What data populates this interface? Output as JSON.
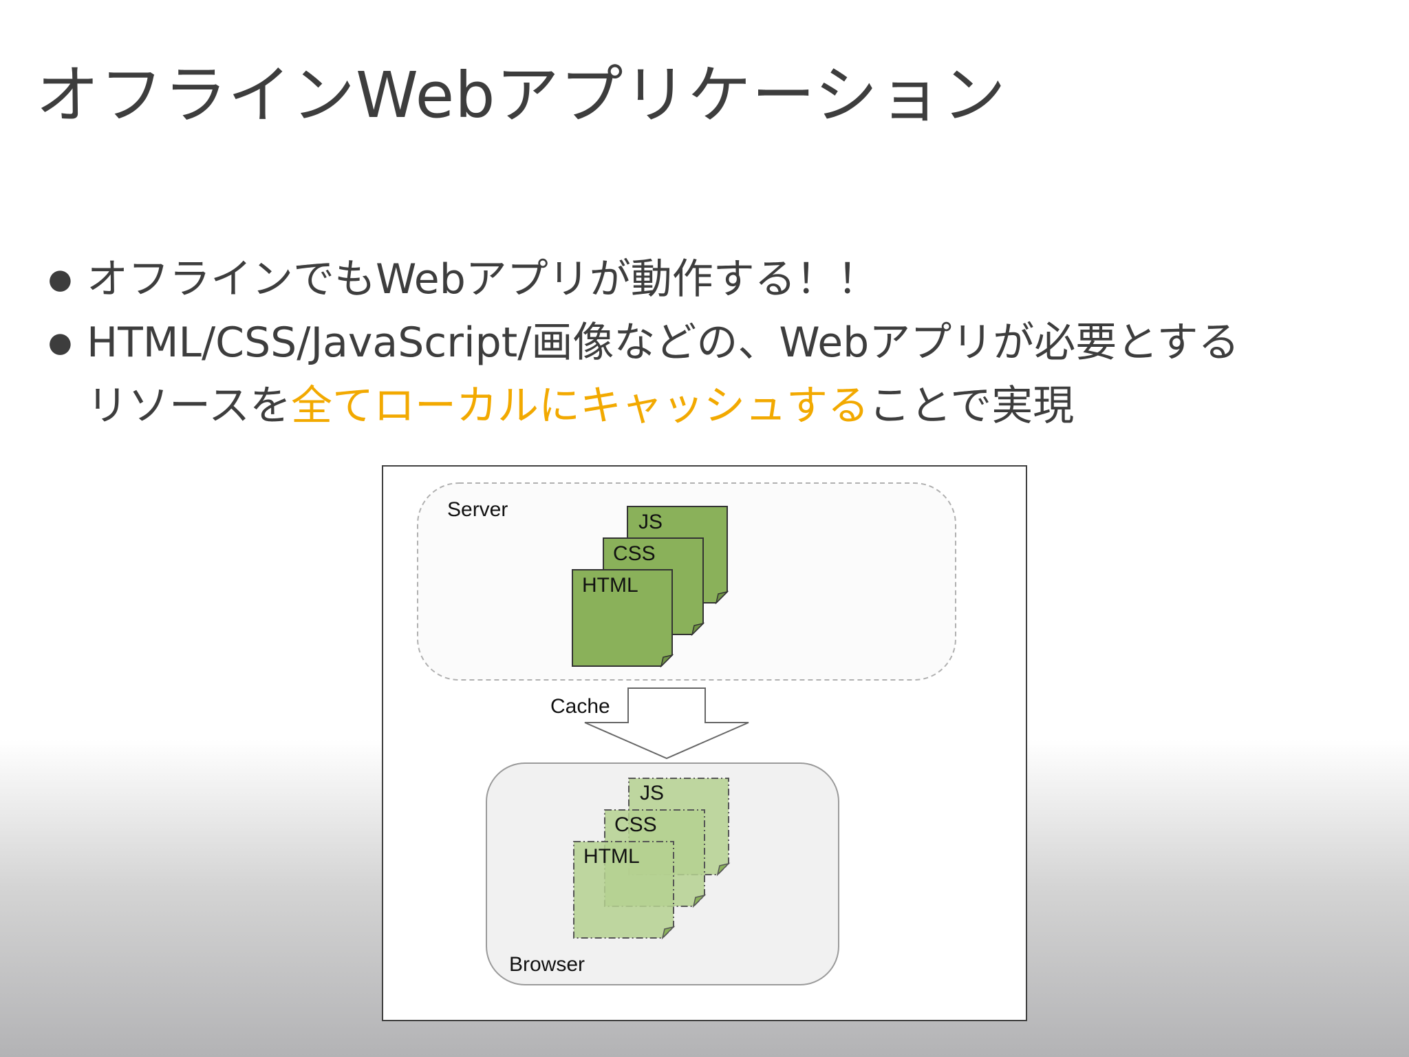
{
  "title": "オフラインWebアプリケーション",
  "bullets": [
    {
      "text": "オフラインでもWebアプリが動作する！！"
    },
    {
      "line1": "HTML/CSS/JavaScript/画像などの、Webアプリが必要とする",
      "line2_before": "リソースを",
      "line2_highlight": "全てローカルにキャッシュする",
      "line2_after": "ことで実現"
    }
  ],
  "diagram": {
    "server_label": "Server",
    "browser_label": "Browser",
    "arrow_label": "Cache",
    "files": [
      "JS",
      "CSS",
      "HTML"
    ]
  },
  "colors": {
    "highlight": "#f2a900",
    "file_fill": "#8ab15a",
    "cached_file_fill": "#b5d190"
  }
}
